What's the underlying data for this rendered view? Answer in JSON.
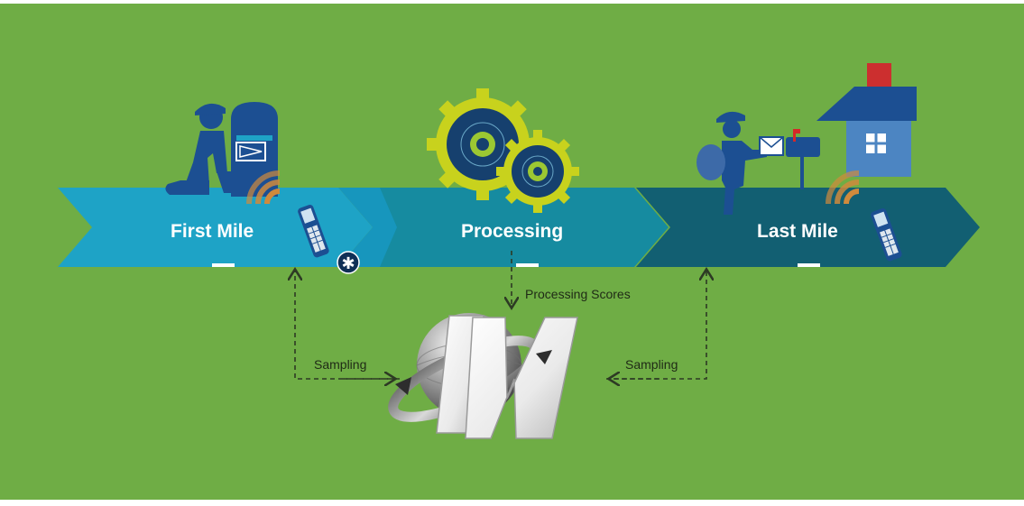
{
  "stages": [
    {
      "label": "First Mile"
    },
    {
      "label": "Processing"
    },
    {
      "label": "Last Mile"
    }
  ],
  "connectors": {
    "processing_scores": "Processing Scores",
    "sampling_left": "Sampling",
    "sampling_right": "Sampling"
  },
  "logo": {
    "letters": "IV"
  },
  "badge": {
    "symbol": "✱"
  },
  "colors": {
    "background": "#6fad45",
    "stage1": "#1ea3c6",
    "stage2": "#168ba0",
    "stage3": "#125f72",
    "figure": "#1c4f92",
    "gear": "#c8d21d",
    "signal": "#d08a3c"
  },
  "icons": [
    "worker-kneeling-icon",
    "mailbox-icon",
    "gears-icon",
    "mail-carrier-icon",
    "house-icon",
    "handheld-scanner-icon",
    "globe-logo-icon"
  ]
}
